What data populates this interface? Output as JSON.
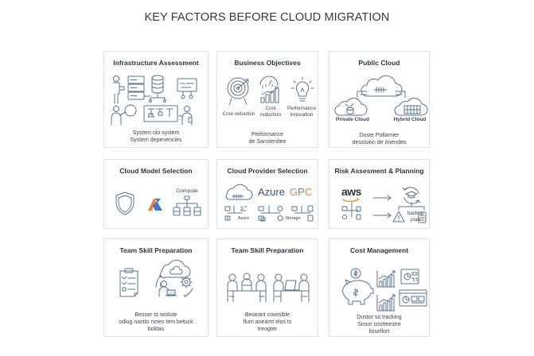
{
  "title": "KEY FACTORS BEFORE CLOUD MIGRATION",
  "colors": {
    "border": "#d9e2ea",
    "icon_stroke": "#5b7391",
    "gpc_g": "#e8833a",
    "gpc_p": "#4aa564",
    "gpc_c": "#e8833a",
    "aws_smile": "#f29c1f",
    "az_orange": "#e8833a",
    "az_blue": "#3b78c2"
  },
  "cards": [
    {
      "title": "Infrastructure Assessment",
      "desc": [
        "System olo system",
        "System depenencies"
      ],
      "icons": [
        "person-laptop-icon",
        "server-rack-icon",
        "database-icon",
        "flowchart-board-icon",
        "magnifier-person-icon",
        "network-diagram-board-icon",
        "presenter-icon"
      ]
    },
    {
      "title": "Business Objectives",
      "labels": [
        "Cost reduction",
        "Cost reduction",
        "Performance innovation"
      ],
      "desc": [
        "Performance",
        "de Sanstenitee"
      ],
      "icons": [
        "target-icon",
        "gauge-chart-icon",
        "lightbulb-icon"
      ]
    },
    {
      "title": "Public Cloud",
      "labels": [
        "Private Cloud",
        "Hybrid Cloud"
      ],
      "desc": [
        "Duste Pollarnier",
        "dessision de ònendes"
      ],
      "icons": [
        "cloud-icon",
        "private-cloud-icon",
        "hybrid-cloud-icon"
      ]
    },
    {
      "title": "Cloud Model Selection",
      "labels": [
        "Compute"
      ],
      "icons": [
        "shield-icon",
        "az-logo-icon",
        "compute-tree-icon"
      ]
    },
    {
      "title": "Cloud Provider Selection",
      "logos": [
        "Azure",
        "GPC"
      ],
      "labels": [
        "Azure",
        "Storage"
      ],
      "icons": [
        "cloud-server-icon",
        "service-grid-icon"
      ]
    },
    {
      "title": "Risk Assesment & Planning",
      "logos": [
        "aws"
      ],
      "labels": [
        "backup",
        "plan"
      ],
      "icons": [
        "aws-logo-icon",
        "arrow-right-icon",
        "refresh-graduation-icon",
        "warning-icon",
        "document-icon"
      ]
    },
    {
      "title": "Team Skill Preparation",
      "desc": [
        "Besser to wislute",
        "odlug nastto rsnes tem betuck",
        "boldas"
      ],
      "icons": [
        "clipboard-checklist-icon",
        "person-cloud-gear-icon"
      ]
    },
    {
      "title": "Team Skill Preparation",
      "desc": [
        "Beseant cowislble",
        "flum aneamt elos ts",
        "treogter"
      ],
      "icons": [
        "team-meeting-icon",
        "pair-meeting-icon"
      ]
    },
    {
      "title": "Cost Management",
      "desc": [
        "Dustor so tracking",
        "Sosor costteestre",
        "lisseflort"
      ],
      "icons": [
        "piggy-bank-icon",
        "coin-icon",
        "growth-chart-icon",
        "dashboard-icon"
      ]
    }
  ]
}
